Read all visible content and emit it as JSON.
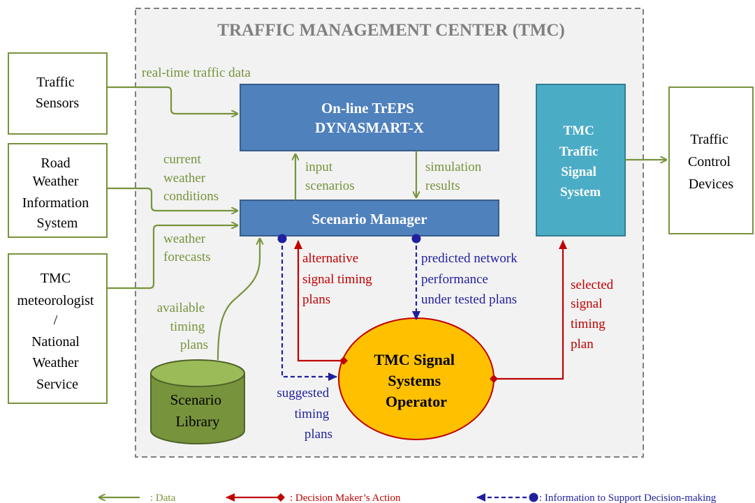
{
  "title": "TRAFFIC MANAGEMENT CENTER (TMC)",
  "colors": {
    "data_arrow": "#77933c",
    "decision_arrow": "#c00000",
    "info_arrow": "#1f1f9f",
    "box_blue": "#4f81bd",
    "box_blue_border": "#385d8a",
    "box_teal": "#4bacc6",
    "ellipse_fill": "#ffc000",
    "ellipse_border": "#c00000",
    "cylinder_fill": "#77933c",
    "outer_box_fill": "#f2f2f2",
    "outer_box_border": "#7f7f7f"
  },
  "external": {
    "sensors": [
      "Traffic",
      "Sensors"
    ],
    "rwis": [
      "Road",
      "Weather",
      "Information",
      "System"
    ],
    "meteorologist": [
      "TMC",
      "meteorologist",
      "/",
      "National",
      "Weather",
      "Service"
    ],
    "devices": [
      "Traffic",
      "Control",
      "Devices"
    ]
  },
  "nodes": {
    "treps": [
      "On-line TrEPS",
      "DYNASMART-X"
    ],
    "scenario_manager": "Scenario Manager",
    "tmc_signal_system": [
      "TMC",
      "Traffic",
      "Signal",
      "System"
    ],
    "operator": [
      "TMC Signal",
      "Systems",
      "Operator"
    ],
    "library": [
      "Scenario",
      "Library"
    ]
  },
  "edge_labels": {
    "realtime": "real-time traffic data",
    "current_weather": [
      "current",
      "weather",
      "conditions"
    ],
    "forecasts": [
      "weather",
      "forecasts"
    ],
    "input_scenarios": [
      "input",
      "scenarios"
    ],
    "simulation_results": [
      "simulation",
      "results"
    ],
    "available_plans": [
      "available",
      "timing",
      "plans"
    ],
    "alternative_plans": [
      "alternative",
      "signal timing",
      "plans"
    ],
    "predicted": [
      "predicted network",
      "performance",
      "under tested plans"
    ],
    "selected": [
      "selected",
      "signal",
      "timing",
      "plan"
    ],
    "suggested": [
      "suggested",
      "timing",
      "plans"
    ]
  },
  "legend": {
    "data": ": Data",
    "decision": ": Decision Maker’s Action",
    "info": ": Information to Support Decision-making"
  }
}
